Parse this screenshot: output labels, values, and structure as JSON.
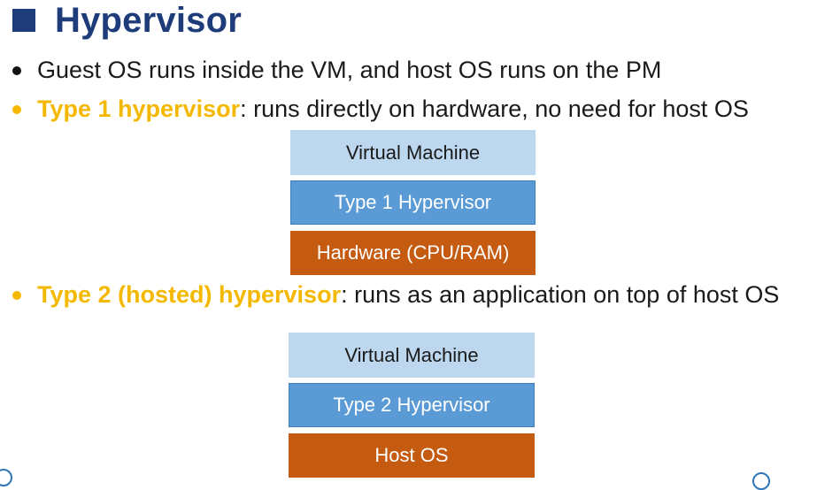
{
  "heading": {
    "title": "Hypervisor"
  },
  "bullets": [
    {
      "text": "Guest OS runs inside the VM, and host OS runs on the PM"
    },
    {
      "highlight": "Type 1 hypervisor",
      "text": ": runs directly on hardware, no need for host OS"
    },
    {
      "highlight": "Type 2 (hosted) hypervisor",
      "text": ": runs as an application on top of host OS"
    }
  ],
  "type1_stack": {
    "layers": [
      "Virtual Machine",
      "Type 1 Hypervisor",
      "Hardware (CPU/RAM)"
    ]
  },
  "type2_stack": {
    "layers": [
      "Virtual Machine",
      "Type 2 Hypervisor",
      "Host OS"
    ]
  },
  "colors": {
    "heading": "#1f3c7a",
    "highlight": "#f5b800",
    "vm_layer": "#bdd7ee",
    "hypervisor_layer": "#5b9bd5",
    "hardware_layer": "#c55a11"
  },
  "icons": {
    "heading_marker": "square-bullet-icon",
    "bullet": "dot-bullet-icon"
  }
}
